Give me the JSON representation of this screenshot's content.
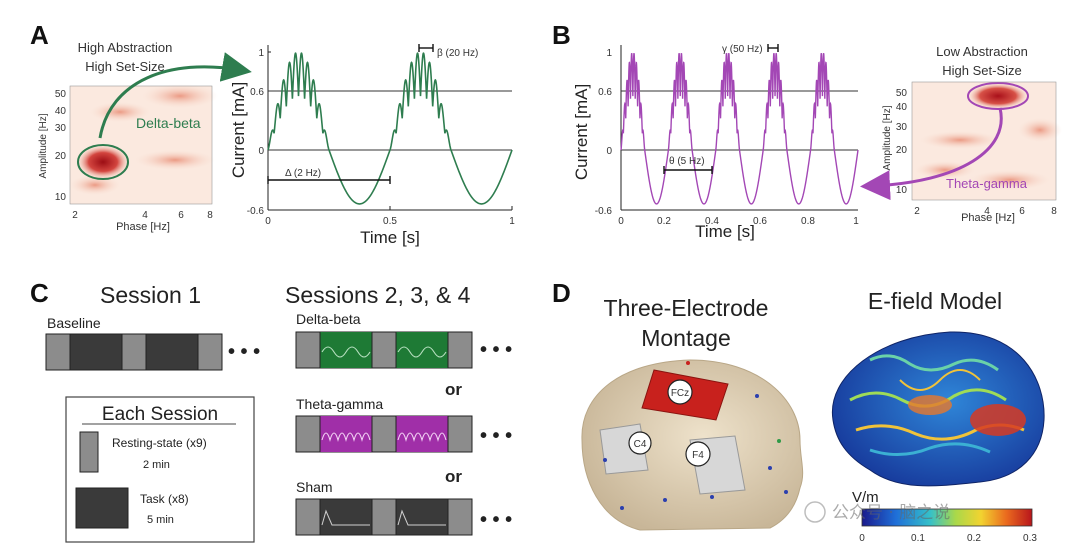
{
  "panels": {
    "a": {
      "letter": "A",
      "note_line1": "High Abstraction",
      "note_line2": "High Set-Size",
      "heatmap_label": "Delta-beta",
      "heatmap_ylabel": "Amplitude [Hz]",
      "heatmap_xlabel": "Phase [Hz]",
      "heatmap_yticks": [
        "50",
        "40",
        "30",
        "20",
        "10"
      ],
      "heatmap_xticks": [
        "2",
        "4",
        "6",
        "8"
      ],
      "wave_ylabel": "Current [mA]",
      "wave_xlabel": "Time [s]",
      "wave_yticks": [
        "1",
        "0.6",
        "0",
        "-0.6"
      ],
      "wave_xticks": [
        "0",
        "0.5",
        "1"
      ],
      "fast_label": "β (20 Hz)",
      "slow_label": "Δ (2 Hz)",
      "color": "#2e7d4f"
    },
    "b": {
      "letter": "B",
      "note_line1": "Low Abstraction",
      "note_line2": "High Set-Size",
      "heatmap_label": "Theta-gamma",
      "heatmap_ylabel": "Amplitude [Hz]",
      "heatmap_xlabel": "Phase [Hz]",
      "heatmap_yticks": [
        "50",
        "40",
        "30",
        "20",
        "10"
      ],
      "heatmap_xticks": [
        "2",
        "4",
        "6",
        "8"
      ],
      "wave_ylabel": "Current [mA]",
      "wave_xlabel": "Time [s]",
      "wave_yticks": [
        "1",
        "0.6",
        "0",
        "-0.6"
      ],
      "wave_xticks": [
        "0",
        "0.2",
        "0.4",
        "0.6",
        "0.8",
        "1"
      ],
      "fast_label": "γ (50 Hz)",
      "slow_label": "θ (5 Hz)",
      "color": "#a347b5"
    },
    "c": {
      "letter": "C",
      "session1_title": "Session 1",
      "sessions234_title": "Sessions 2, 3, & 4",
      "baseline_label": "Baseline",
      "delta_beta_label": "Delta-beta",
      "theta_gamma_label": "Theta-gamma",
      "sham_label": "Sham",
      "or_label": "or",
      "ellipsis": "• • •",
      "legend_title": "Each Session",
      "legend_rest_label": "Resting-state (x9)",
      "legend_rest_dur": "2 min",
      "legend_task_label": "Task (x8)",
      "legend_task_dur": "5 min",
      "rest_color": "#8c8c8c",
      "task_color": "#3a3a3a",
      "db_color": "#1e7a35",
      "tg_color": "#a02fa8"
    },
    "d": {
      "letter": "D",
      "montage_title_line1": "Three-Electrode",
      "montage_title_line2": "Montage",
      "efield_title": "E-field Model",
      "electrode_fcz": "FCz",
      "electrode_c4": "C4",
      "electrode_f4": "F4",
      "colorbar_unit": "V/m",
      "colorbar_ticks": [
        "0",
        "0.1",
        "0.2",
        "0.3"
      ],
      "watermark": "公众号 · 脑之说"
    }
  }
}
